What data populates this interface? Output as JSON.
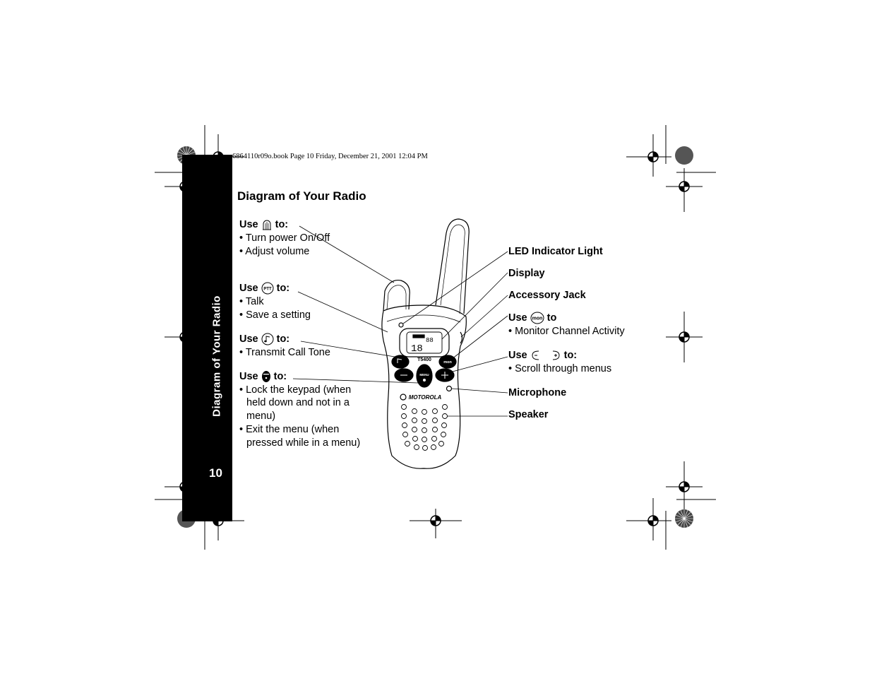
{
  "header_line": "6864110r09o.book  Page 10  Friday, December 21, 2001  12:04 PM",
  "sidebar": {
    "title": "Diagram of Your Radio",
    "page_number": "10"
  },
  "title": "Diagram of Your Radio",
  "left_blocks": [
    {
      "use": "Use",
      "to": "to:",
      "icon": "volume-knob-icon",
      "items": [
        "• Turn power On/Off",
        "• Adjust volume"
      ]
    },
    {
      "use": "Use",
      "to": "to:",
      "icon": "ptt-button-icon",
      "items": [
        "• Talk",
        "• Save a setting"
      ]
    },
    {
      "use": "Use",
      "to": "to:",
      "icon": "call-tone-button-icon",
      "items": [
        "• Transmit Call Tone"
      ]
    },
    {
      "use": "Use",
      "to": "to:",
      "icon": "menu-button-icon",
      "items": [
        "• Lock the keypad (when held down and not in a menu)",
        "• Exit the menu (when pressed while in a menu)"
      ]
    }
  ],
  "right_labels": {
    "led": "LED Indicator Light",
    "display": "Display",
    "accessory": "Accessory Jack",
    "mon_use": "Use",
    "mon_to": "to",
    "mon_item": "• Monitor Channel Activity",
    "scroll_use": "Use",
    "scroll_to": "to:",
    "scroll_item": "• Scroll through menus",
    "microphone": "Microphone",
    "speaker": "Speaker"
  },
  "radio": {
    "model": "T5400",
    "brand": "MOTOROLA",
    "mon_label": "mon",
    "menu_label": "MENU",
    "display_digits": "18",
    "display_digits_small": "88"
  }
}
